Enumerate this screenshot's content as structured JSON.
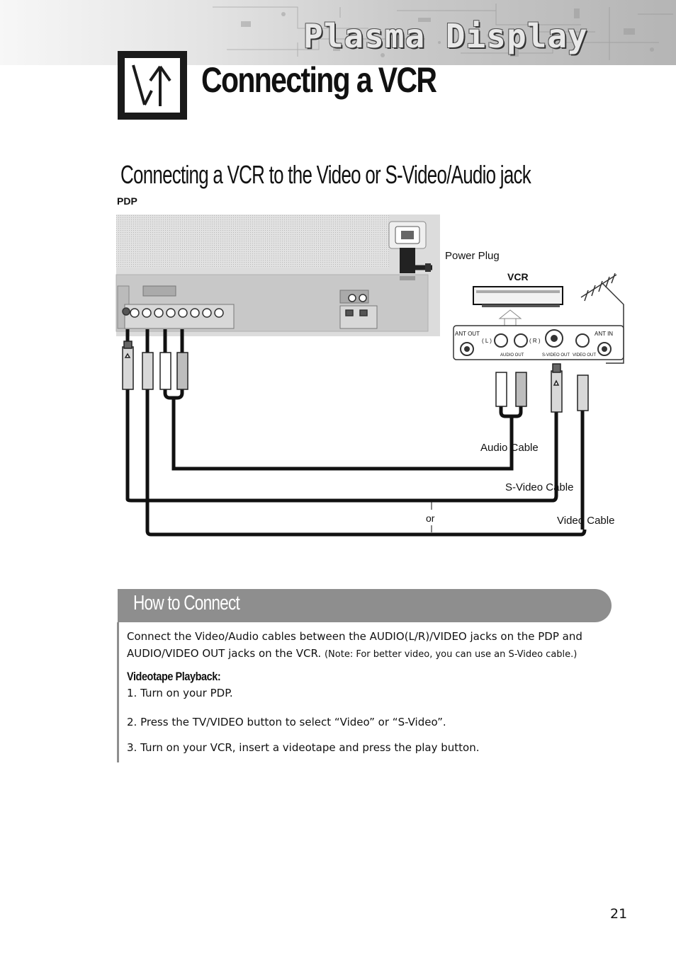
{
  "header": {
    "banner_title": "Plasma Display",
    "page_title": "Connecting a VCR"
  },
  "section": {
    "subtitle": "Connecting a VCR to the Video or S-Video/Audio jack",
    "pdp_label": "PDP"
  },
  "diagram": {
    "vcr_label": "VCR",
    "power_plug": "Power Plug",
    "audio_cable": "Audio Cable",
    "s_video_cable": "S-Video Cable",
    "video_cable": "Video Cable",
    "or_label": "or",
    "ant_out": "ANT OUT",
    "ant_in": "ANT IN",
    "jack_l": "( L )",
    "jack_r": "( R )",
    "audio_out": "AUDIO OUT",
    "s_video_out": "S-VIDEO OUT",
    "video_out": "VIDEO OUT"
  },
  "how_to_connect": {
    "title": "How to Connect",
    "line1": "Connect the Video/Audio cables between the AUDIO(L/R)/VIDEO jacks on the PDP and",
    "line2": "AUDIO/VIDEO OUT jacks on the VCR.",
    "note": "(Note: For better video, you can use an S-Video cable.)",
    "playback_heading": "Videotape Playback:",
    "steps": [
      "1.  Turn on your PDP.",
      "2.  Press the TV/VIDEO button to select “Video” or “S-Video”.",
      "3.  Turn on your VCR, insert a videotape and press the play button."
    ]
  },
  "page_number": "21"
}
